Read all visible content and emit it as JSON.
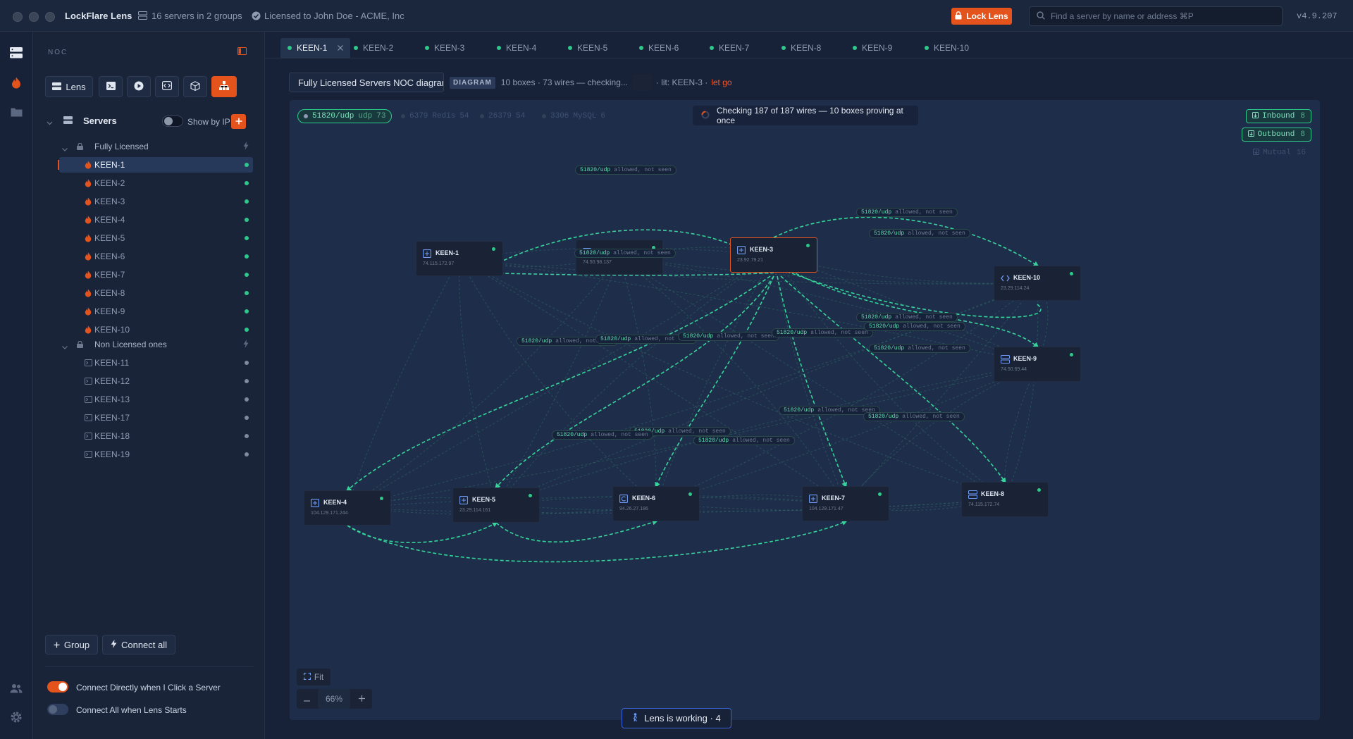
{
  "titlebar": {
    "app_name": "LockFlare Lens",
    "servers_summary": "16 servers in 2 groups",
    "license_text": "Licensed to John Doe - ACME, Inc",
    "lock_button": "Lock Lens",
    "search_placeholder": "Find a server by name or address ⌘P",
    "version": "v4.9.207"
  },
  "sidebar": {
    "section": "NOC",
    "lens_label": "Lens",
    "servers_label": "Servers",
    "show_by_ip_label": "Show by IP",
    "show_by_ip_on": false,
    "groups": [
      {
        "name": "Fully Licensed",
        "items": [
          {
            "name": "KEEN-1",
            "selected": true
          },
          {
            "name": "KEEN-2"
          },
          {
            "name": "KEEN-3"
          },
          {
            "name": "KEEN-4"
          },
          {
            "name": "KEEN-5"
          },
          {
            "name": "KEEN-6"
          },
          {
            "name": "KEEN-7"
          },
          {
            "name": "KEEN-8"
          },
          {
            "name": "KEEN-9"
          },
          {
            "name": "KEEN-10"
          }
        ]
      },
      {
        "name": "Non Licensed ones",
        "items": [
          {
            "name": "KEEN-11"
          },
          {
            "name": "KEEN-12"
          },
          {
            "name": "KEEN-13"
          },
          {
            "name": "KEEN-17"
          },
          {
            "name": "KEEN-18"
          },
          {
            "name": "KEEN-19"
          }
        ]
      }
    ],
    "group_button": "Group",
    "connect_all_button": "Connect all",
    "connect_directly_label": "Connect Directly when I Click a Server",
    "connect_directly_on": true,
    "connect_all_start_label": "Connect All when Lens Starts",
    "connect_all_start_on": false
  },
  "tabs": [
    "KEEN-1",
    "KEEN-2",
    "KEEN-3",
    "KEEN-4",
    "KEEN-5",
    "KEEN-6",
    "KEEN-7",
    "KEEN-8",
    "KEEN-9",
    "KEEN-10"
  ],
  "active_tab": "KEEN-1",
  "diagram_bar": {
    "title_input": "Fully Licensed Servers NOC diagram",
    "badge": "DIAGRAM",
    "status": "10 boxes · 73 wires — checking...",
    "lit": "· lit: KEEN-3 ·",
    "let_go": "let go"
  },
  "canvas": {
    "port_chips": [
      {
        "label": "51820/udp",
        "proto": "udp",
        "count": "73",
        "active": true
      },
      {
        "label": "6379",
        "proto": "Redis",
        "count": "54",
        "active": false
      },
      {
        "label": "26379",
        "proto": "",
        "count": "54",
        "active": false
      },
      {
        "label": "3306",
        "proto": "MySQL",
        "count": "6",
        "active": false
      }
    ],
    "checking_text": "Checking 187 of 187 wires — 10 boxes proving at once",
    "direction_chips": [
      {
        "label": "Inbound",
        "count": "8",
        "active": true
      },
      {
        "label": "Outbound",
        "count": "8",
        "active": true
      },
      {
        "label": "Mutual",
        "count": "16",
        "active": false
      }
    ],
    "nodes": [
      {
        "name": "KEEN-1",
        "ip": "74.115.172.97",
        "icon": "box-icon"
      },
      {
        "name": "KEEN-2",
        "ip": "74.50.98.137",
        "icon": "box-icon"
      },
      {
        "name": "KEEN-3",
        "ip": "23.92.79.21",
        "icon": "box-icon",
        "selected": true
      },
      {
        "name": "KEEN-10",
        "ip": "23.29.114.24",
        "icon": "code-icon"
      },
      {
        "name": "KEEN-9",
        "ip": "74.50.69.44",
        "icon": "server-icon"
      },
      {
        "name": "KEEN-4",
        "ip": "104.129.171.244",
        "icon": "box-icon"
      },
      {
        "name": "KEEN-5",
        "ip": "23.29.114.161",
        "icon": "box-icon"
      },
      {
        "name": "KEEN-6",
        "ip": "94.26.27.186",
        "icon": "refresh-icon"
      },
      {
        "name": "KEEN-7",
        "ip": "104.129.171.47",
        "icon": "box-icon"
      },
      {
        "name": "KEEN-8",
        "ip": "74.115.172.74",
        "icon": "server-icon"
      }
    ],
    "wire_label": {
      "port": "51820/udp",
      "status": "allowed, not seen"
    },
    "fit_label": "Fit",
    "zoom_level": "66%"
  },
  "footer": {
    "working_text": "Lens is working · 4"
  },
  "colors": {
    "accent": "#e4531b",
    "online": "#2ec88a",
    "offline": "#7f8aa0",
    "wire": "#36d39a"
  }
}
